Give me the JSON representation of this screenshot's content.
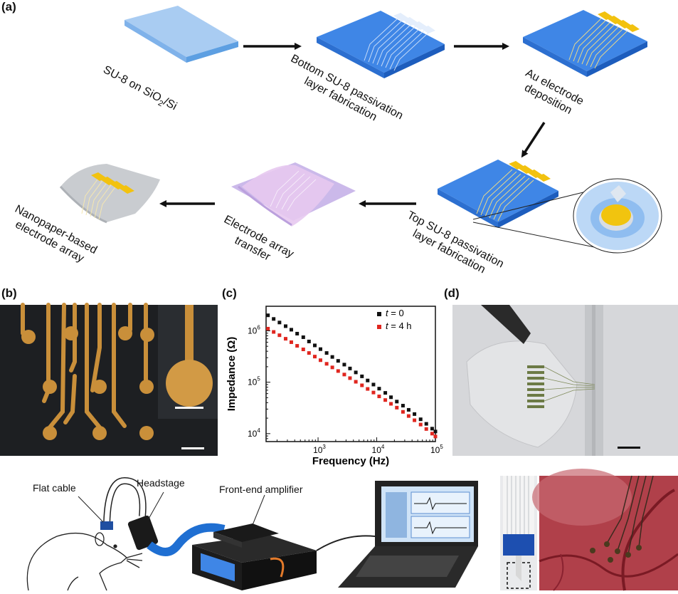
{
  "panel_labels": {
    "a": "(a)",
    "b": "(b)",
    "c": "(c)",
    "d": "(d)"
  },
  "steps": {
    "s1": {
      "line1": "SU-8 on SiO",
      "sub": "2",
      "line1b": "/Si"
    },
    "s2": {
      "line1": "Bottom SU-8 passivation",
      "line2": "layer fabrication"
    },
    "s3": {
      "line1": "Au electrode",
      "line2": "deposition"
    },
    "s4": {
      "line1": "Top SU-8 passivation",
      "line2": "layer fabrication"
    },
    "s5": {
      "line1": "Electrode array",
      "line2": "transfer"
    },
    "s6": {
      "line1": "Nanopaper-based",
      "line2": "electrode array"
    }
  },
  "setup": {
    "flat_cable": "Flat cable",
    "headstage": "Headstage",
    "amplifier": "Front-end amplifier"
  },
  "chart_data": {
    "type": "scatter",
    "title": "",
    "xlabel": "Frequency (Hz)",
    "ylabel": "Impedance (Ω)",
    "xscale": "log",
    "yscale": "log",
    "xlim": [
      130,
      100000
    ],
    "ylim": [
      7000,
      3000000
    ],
    "xticks": [
      {
        "v": 1000,
        "b": "10",
        "e": "3"
      },
      {
        "v": 10000,
        "b": "10",
        "e": "4"
      },
      {
        "v": 100000,
        "b": "10",
        "e": "5"
      }
    ],
    "yticks": [
      {
        "v": 10000,
        "b": "10",
        "e": "4"
      },
      {
        "v": 100000,
        "b": "10",
        "e": "5"
      },
      {
        "v": 1000000,
        "b": "10",
        "e": "6"
      }
    ],
    "legend_position": "top-right",
    "series": [
      {
        "name": "t = 0",
        "name_italic": "t",
        "name_rest": " = 0",
        "color": "#111111",
        "x": [
          140,
          175,
          220,
          280,
          350,
          440,
          560,
          700,
          880,
          1100,
          1400,
          1750,
          2200,
          2800,
          3500,
          4400,
          5600,
          7000,
          8800,
          11000,
          14000,
          17500,
          22000,
          28000,
          35000,
          44000,
          56000,
          70000,
          88000,
          100000
        ],
        "y": [
          2000000,
          1700000,
          1450000,
          1230000,
          1050000,
          880000,
          750000,
          620000,
          520000,
          440000,
          370000,
          310000,
          260000,
          220000,
          185000,
          155000,
          130000,
          108000,
          90000,
          75000,
          62000,
          51000,
          42000,
          35000,
          29000,
          24000,
          19000,
          15500,
          12500,
          11000
        ]
      },
      {
        "name": "t = 4 h",
        "name_italic": "t",
        "name_rest": " = 4 h",
        "color": "#e0261f",
        "x": [
          140,
          175,
          220,
          280,
          350,
          440,
          560,
          700,
          880,
          1100,
          1400,
          1750,
          2200,
          2800,
          3500,
          4400,
          5600,
          7000,
          8800,
          11000,
          14000,
          17500,
          22000,
          28000,
          35000,
          44000,
          56000,
          70000,
          88000,
          100000
        ],
        "y": [
          1100000,
          950000,
          820000,
          700000,
          600000,
          510000,
          435000,
          370000,
          315000,
          268000,
          228000,
          194000,
          165000,
          141000,
          120000,
          102000,
          87000,
          74000,
          63000,
          53000,
          45000,
          38000,
          32000,
          26500,
          22000,
          18200,
          15000,
          12300,
          10000,
          8800
        ]
      }
    ]
  }
}
